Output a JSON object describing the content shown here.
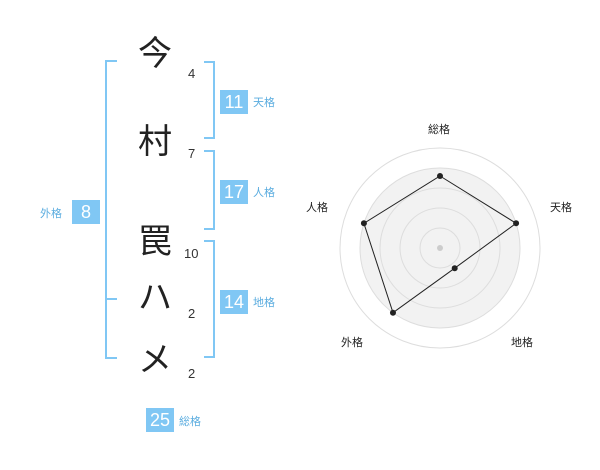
{
  "name": {
    "chars": [
      {
        "char": "今",
        "strokes": "4"
      },
      {
        "char": "村",
        "strokes": "7"
      },
      {
        "char": "罠",
        "strokes": "10"
      },
      {
        "char": "ハ",
        "strokes": "2"
      },
      {
        "char": "メ",
        "strokes": "2"
      }
    ]
  },
  "kaku": {
    "tenkaku": {
      "value": "11",
      "label": "天格"
    },
    "jinkaku": {
      "value": "17",
      "label": "人格"
    },
    "chikaku": {
      "value": "14",
      "label": "地格"
    },
    "gaikaku": {
      "value": "8",
      "label": "外格"
    },
    "soukaku": {
      "value": "25",
      "label": "総格"
    }
  },
  "colors": {
    "accent": "#80c7f4",
    "label": "#5aacdf"
  },
  "chart_data": {
    "type": "radar",
    "axes": [
      "総格",
      "天格",
      "地格",
      "外格",
      "人格"
    ],
    "values": [
      0.72,
      0.8,
      0.25,
      0.8,
      0.8
    ],
    "range": [
      0,
      1
    ],
    "rings": 4
  }
}
